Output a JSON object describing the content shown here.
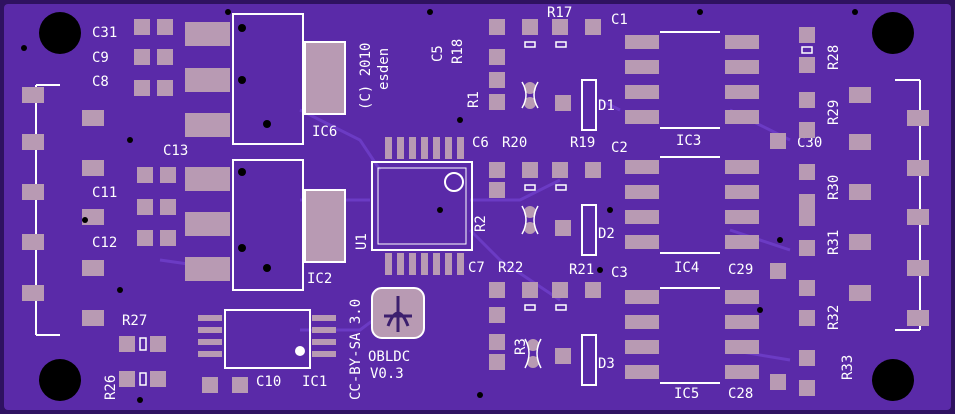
{
  "board": {
    "colors": {
      "substrate": "#2f1260",
      "copper_pour": "#5a2aa8",
      "trace": "#6b3bc4",
      "pad": "#b89ab3",
      "silk": "#ffffff",
      "hole": "#000000"
    },
    "labels": {
      "C31": "C31",
      "C9": "C9",
      "C8": "C8",
      "C13": "C13",
      "C11": "C11",
      "C12": "C12",
      "IC6": "IC6",
      "IC2": "IC2",
      "IC1": "IC1",
      "U1": "U1",
      "C5": "C5",
      "R18": "R18",
      "R17": "R17",
      "C1": "C1",
      "R1": "R1",
      "D1": "D1",
      "C6": "C6",
      "R20": "R20",
      "R19": "R19",
      "C2": "C2",
      "R2": "R2",
      "D2": "D2",
      "C7": "C7",
      "R22": "R22",
      "R21": "R21",
      "C3": "C3",
      "R3": "R3",
      "D3": "D3",
      "IC3": "IC3",
      "IC4": "IC4",
      "IC5": "IC5",
      "C30": "C30",
      "C29": "C29",
      "C28": "C28",
      "R28": "R28",
      "R29": "R29",
      "R30": "R30",
      "R31": "R31",
      "R32": "R32",
      "R33": "R33",
      "R27": "R27",
      "R26": "R26",
      "C10": "C10"
    },
    "texts": {
      "copyright_year": "(C) 2010",
      "copyright_author": "esden",
      "license": "CC-BY-SA 3.0",
      "project": "OBLDC",
      "version": "V0.3"
    }
  }
}
